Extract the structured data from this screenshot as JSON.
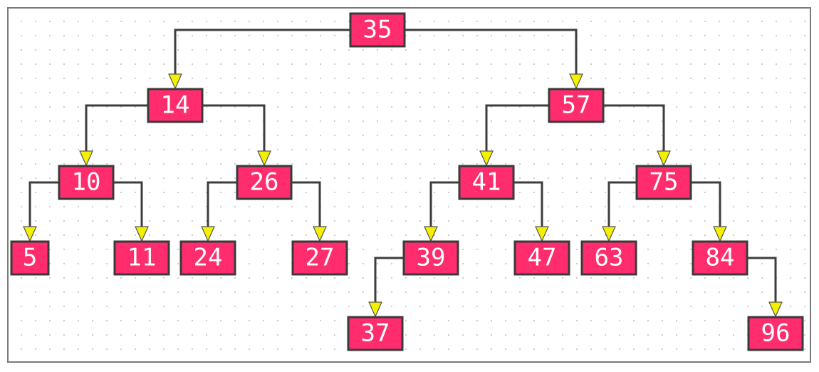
{
  "diagram": {
    "type": "binary-search-tree",
    "root": "n35",
    "colors": {
      "node_fill": "#ff2d6e",
      "node_border": "#3a3a3a",
      "node_text": "#ffffff",
      "edge": "#3d3d3d",
      "arrowhead": "#f4f000",
      "grid_dot": "#c8c8c8",
      "frame": "#7a7a7a"
    },
    "nodes": [
      {
        "id": "n35",
        "label": "35",
        "children": [
          "n14",
          "n57"
        ]
      },
      {
        "id": "n14",
        "label": "14",
        "children": [
          "n10",
          "n26"
        ]
      },
      {
        "id": "n57",
        "label": "57",
        "children": [
          "n41",
          "n75"
        ]
      },
      {
        "id": "n10",
        "label": "10",
        "children": [
          "n5",
          "n11"
        ]
      },
      {
        "id": "n26",
        "label": "26",
        "children": [
          "n24",
          "n27"
        ]
      },
      {
        "id": "n41",
        "label": "41",
        "children": [
          "n39",
          "n47"
        ]
      },
      {
        "id": "n75",
        "label": "75",
        "children": [
          "n63",
          "n84"
        ]
      },
      {
        "id": "n5",
        "label": "5",
        "children": []
      },
      {
        "id": "n11",
        "label": "11",
        "children": []
      },
      {
        "id": "n24",
        "label": "24",
        "children": []
      },
      {
        "id": "n27",
        "label": "27",
        "children": []
      },
      {
        "id": "n39",
        "label": "39",
        "children": [
          "n37"
        ]
      },
      {
        "id": "n47",
        "label": "47",
        "children": []
      },
      {
        "id": "n63",
        "label": "63",
        "children": []
      },
      {
        "id": "n84",
        "label": "84",
        "children": [
          "n96"
        ]
      },
      {
        "id": "n37",
        "label": "37",
        "children": []
      },
      {
        "id": "n96",
        "label": "96",
        "children": []
      }
    ]
  }
}
